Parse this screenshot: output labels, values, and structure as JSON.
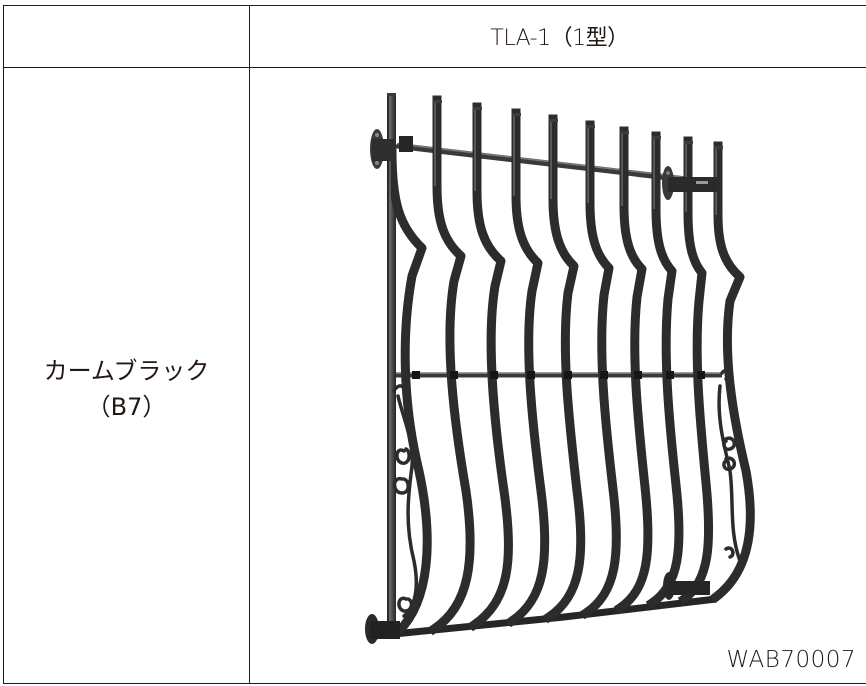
{
  "table": {
    "header": {
      "corner": "",
      "model": "TLA-1（1型）"
    },
    "rows": [
      {
        "color_name": "カームブラック",
        "color_code": "（B7）",
        "image": {
          "subject": "wrought-iron window grille (iron-style scroll design, curved bars)",
          "product_code": "WAB70007"
        }
      }
    ]
  },
  "colors": {
    "border": "#231815",
    "text": "#231815",
    "iron": "#2e2e2e",
    "iron_highlight": "#6a6a6a",
    "background": "#ffffff"
  }
}
